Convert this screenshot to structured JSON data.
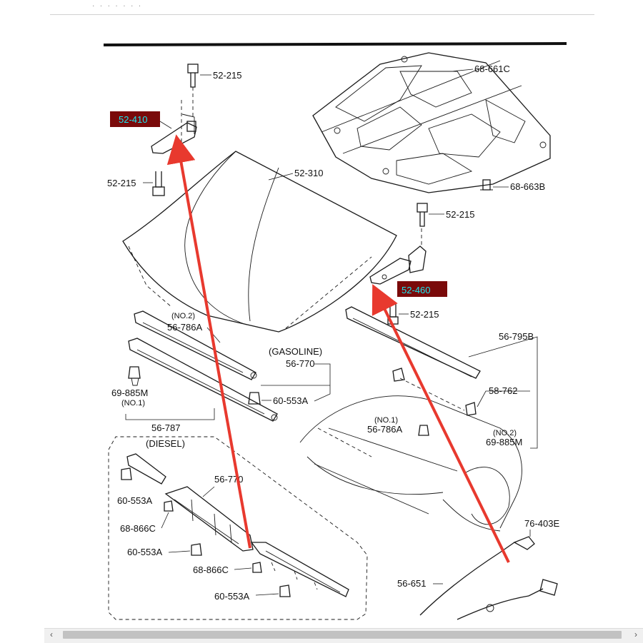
{
  "viewer": {
    "top_strip_text": "· · · · · · ·"
  },
  "diagram": {
    "section_labels": {
      "gasoline": "(GASOLINE)",
      "diesel": "(DIESEL)"
    },
    "parts": {
      "p52_215_a": "52-215",
      "p52_215_b": "52-215",
      "p52_215_c": "52-215",
      "p52_215_d": "52-215",
      "p52_410": "52-410",
      "p52_460": "52-460",
      "p52_310": "52-310",
      "p68_661c": "68-661C",
      "p68_663b": "68-663B",
      "p56_786a_top": "56-786A",
      "p56_786a_top_no": "(NO.2)",
      "p56_786a_right": "56-786A",
      "p56_786a_right_no": "(NO.1)",
      "p56_770_gas": "56-770",
      "p60_553a_gas": "60-553A",
      "p69_885m_left": "69-885M",
      "p69_885m_left_no": "(NO.1)",
      "p56_787": "56-787",
      "p56_795b": "56-795B",
      "p58_762": "58-762",
      "p69_885m_right": "69-885M",
      "p69_885m_right_no": "(NO.2)",
      "p56_770_diesel": "56-770",
      "p60_553a_d1": "60-553A",
      "p68_866c_1": "68-866C",
      "p60_553a_d2": "60-553A",
      "p68_866c_2": "68-866C",
      "p60_553a_d3": "60-553A",
      "p76_403e": "76-403E",
      "p56_651": "56-651"
    },
    "highlight_color": "#7a0a0a",
    "highlight_text_color": "#18e8f0",
    "arrow_color": "#e8392e"
  },
  "scrollbar": {
    "left_arrow": "‹",
    "right_arrow": "›"
  }
}
